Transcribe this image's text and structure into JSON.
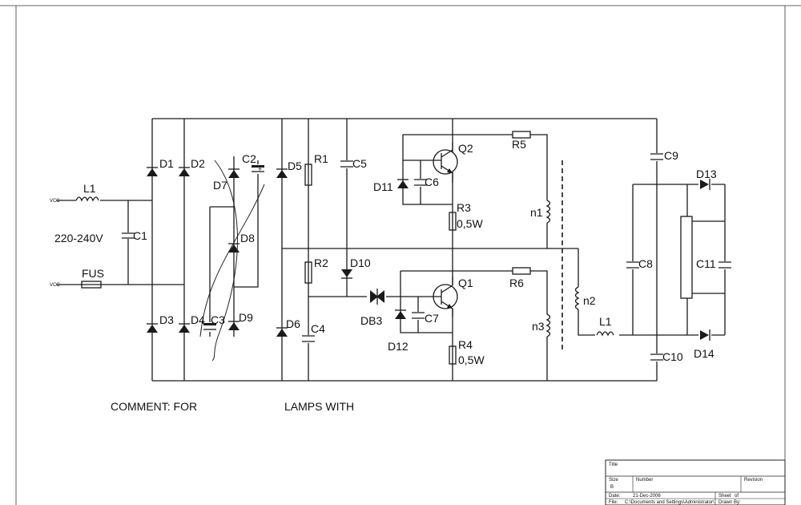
{
  "labels": {
    "D1": "D1",
    "D2": "D2",
    "D3": "D3",
    "D4": "D4",
    "D5": "D5",
    "D6": "D6",
    "D7": "D7",
    "D8": "D8",
    "D9": "D9",
    "D10": "D10",
    "D11": "D11",
    "D12": "D12",
    "D13": "D13",
    "D14": "D14",
    "DB3": "DB3",
    "C1": "C1",
    "C2": "C2",
    "C3": "C3",
    "C4": "C4",
    "C5": "C5",
    "C6": "C6",
    "C7": "C7",
    "C8": "C8",
    "C9": "C9",
    "C10": "C10",
    "C11": "C11",
    "R1": "R1",
    "R2": "R2",
    "R3": "R3",
    "R4": "R4",
    "R5": "R5",
    "R6": "R6",
    "R3_rating": "0,5W",
    "R4_rating": "0,5W",
    "Q1": "Q1",
    "Q2": "Q2",
    "L1_in": "L1",
    "L1_out": "L1",
    "n1": "n1",
    "n2": "n2",
    "n3": "n3",
    "FUS": "FUS",
    "voltage": "220-240V",
    "vcc_top": "VCC",
    "vcc_bottom": "VCC",
    "plus": "+"
  },
  "comment": {
    "prefix": "COMMENT: FOR",
    "middle": "LAMPS WITH"
  },
  "title_block": {
    "title_label": "Title",
    "size_label": "Size",
    "size_value": "B",
    "number_label": "Number",
    "revision_label": "Revision",
    "date_label": "Date:",
    "date_value": "21-Dec-2006",
    "file_label": "File:",
    "file_value": "C:\\Documents and Settings\\Administrator\\",
    "sheet_label": "Sheet",
    "of_label": "of",
    "drawn_label": "Drawn By:"
  }
}
